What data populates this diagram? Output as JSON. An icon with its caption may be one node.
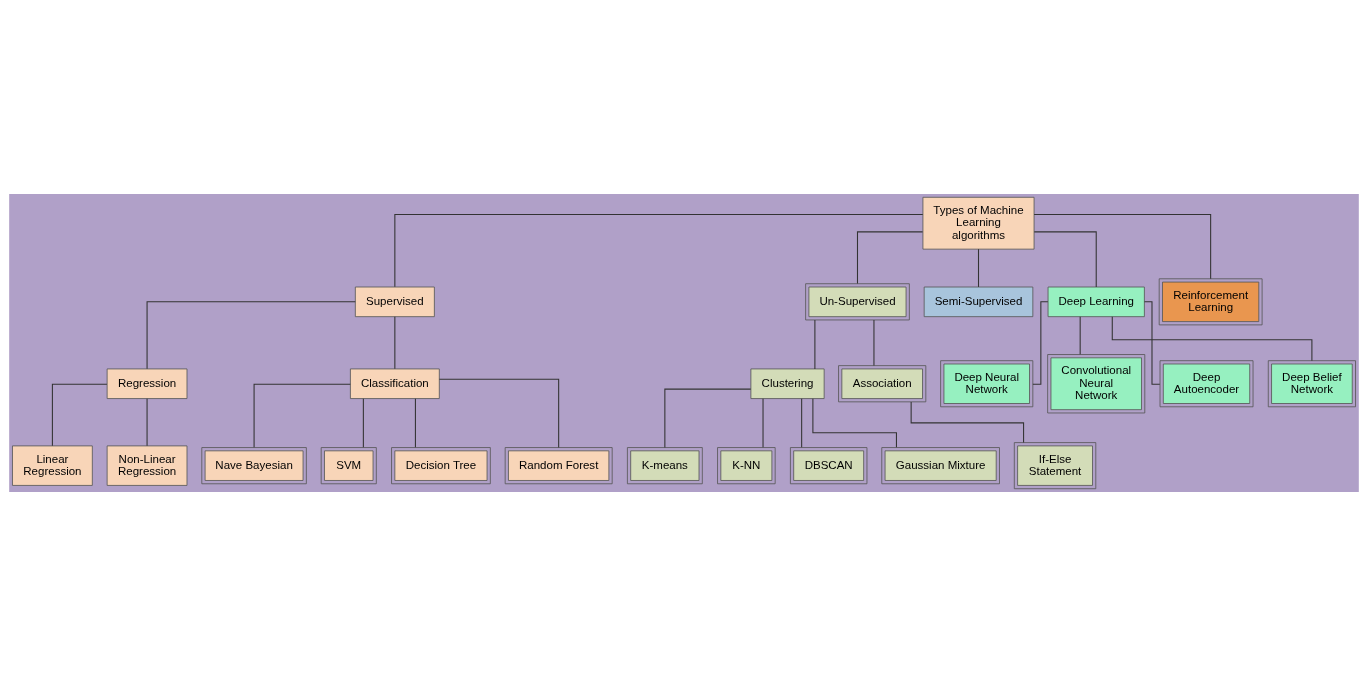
{
  "diagram": {
    "nodes": [
      {
        "text": [
          "Types of Machine Learning algorithms"
        ]
      },
      {
        "text": [
          "Supervised"
        ]
      },
      {
        "text": [
          "Un-Supervised"
        ]
      },
      {
        "text": [
          "Semi-Supervised"
        ]
      },
      {
        "text": [
          "Deep Learning"
        ]
      },
      {
        "text": [
          "Reinforcement Learning"
        ]
      },
      {
        "text": [
          "Regression"
        ]
      },
      {
        "text": [
          "Classification"
        ]
      },
      {
        "text": [
          "Clustering"
        ]
      },
      {
        "text": [
          "Association"
        ]
      },
      {
        "text": [
          "Deep Neural Network"
        ]
      },
      {
        "text": [
          "Convolutional Neural Network"
        ]
      },
      {
        "text": [
          "Deep Autoencoder"
        ]
      },
      {
        "text": [
          "Deep Belief Network"
        ]
      },
      {
        "text": [
          "Linear Regression"
        ]
      },
      {
        "text": [
          "Non-Linear Regression"
        ]
      },
      {
        "text": [
          "K-means"
        ]
      },
      {
        "text": [
          "K-NN"
        ]
      },
      {
        "text": [
          "DBSCAN"
        ]
      },
      {
        "text": [
          "Gaussian Mixture"
        ]
      },
      {
        "text": [
          "If-Else Statement"
        ]
      },
      {
        "text": [
          "Nave Bayesian"
        ]
      },
      {
        "text": [
          "SVM"
        ]
      },
      {
        "text": [
          "Decision Tree"
        ]
      },
      {
        "text": [
          "Random Forest"
        ]
      }
    ],
    "edges": [
      {
        "from": 0,
        "to": 1,
        "arrow": "none"
      },
      {
        "from": 0,
        "to": 2,
        "arrow": "none"
      },
      {
        "from": 0,
        "to": 3,
        "arrow": "none"
      },
      {
        "from": 0,
        "to": 4,
        "arrow": "none"
      },
      {
        "from": 0,
        "to": 5,
        "arrow": "none"
      },
      {
        "from": 1,
        "to": 6,
        "arrow": "none"
      },
      {
        "from": 1,
        "to": 7,
        "arrow": "none"
      },
      {
        "from": 2,
        "to": 8,
        "arrow": "none"
      },
      {
        "from": 2,
        "to": 9,
        "arrow": "none"
      },
      {
        "from": 4,
        "to": 10,
        "arrow": "none"
      },
      {
        "from": 4,
        "to": 11,
        "arrow": "none"
      },
      {
        "from": 4,
        "to": 12,
        "arrow": "none"
      },
      {
        "from": 4,
        "to": 13,
        "arrow": "none"
      },
      {
        "from": 6,
        "to": 14,
        "arrow": "none"
      },
      {
        "from": 6,
        "to": 15,
        "arrow": "none"
      },
      {
        "from": 8,
        "to": 16,
        "arrow": "none"
      },
      {
        "from": 8,
        "to": 17,
        "arrow": "none"
      },
      {
        "from": 8,
        "to": 18,
        "arrow": "none"
      },
      {
        "from": 8,
        "to": 19,
        "arrow": "none"
      },
      {
        "from": 9,
        "to": 20,
        "arrow": "none"
      },
      {
        "from": 7,
        "to": 21,
        "arrow": "none"
      },
      {
        "from": 7,
        "to": 22,
        "arrow": "none"
      },
      {
        "from": 7,
        "to": 23,
        "arrow": "none"
      },
      {
        "from": 7,
        "to": 24,
        "arrow": "none"
      }
    ]
  }
}
